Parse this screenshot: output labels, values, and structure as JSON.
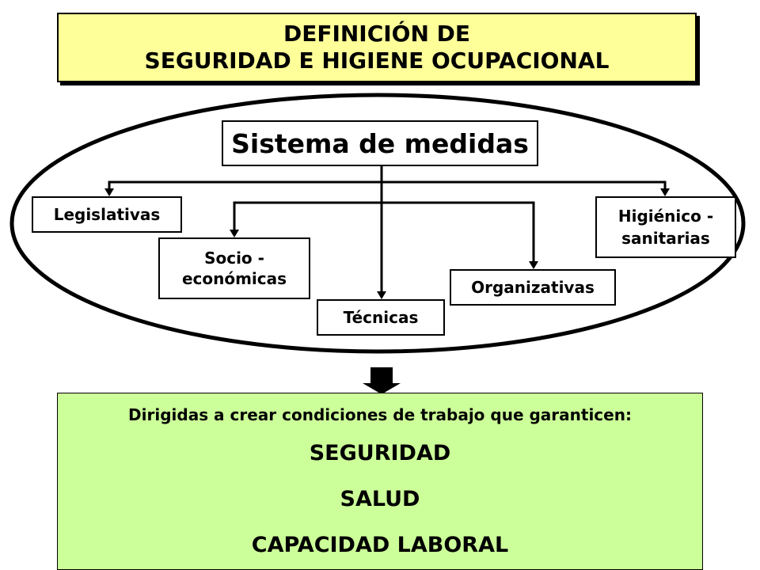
{
  "title": {
    "line1": "DEFINICIÓN DE",
    "line2": "SEGURIDAD E HIGIENE OCUPACIONAL"
  },
  "system": {
    "label": "Sistema de medidas"
  },
  "measures": {
    "legislativas": "Legislativas",
    "socio_line1": "Socio -",
    "socio_line2": "económicas",
    "tecnicas": "Técnicas",
    "organizativas": "Organizativas",
    "higienico_line1": "Higiénico -",
    "higienico_line2": "sanitarias"
  },
  "result": {
    "intro": "Dirigidas a crear condiciones de trabajo que garanticen:",
    "items": [
      "SEGURIDAD",
      "SALUD",
      "CAPACIDAD LABORAL"
    ]
  },
  "colors": {
    "title_bg": "#ffff99",
    "result_bg": "#ccff99",
    "lines": "#000000"
  }
}
